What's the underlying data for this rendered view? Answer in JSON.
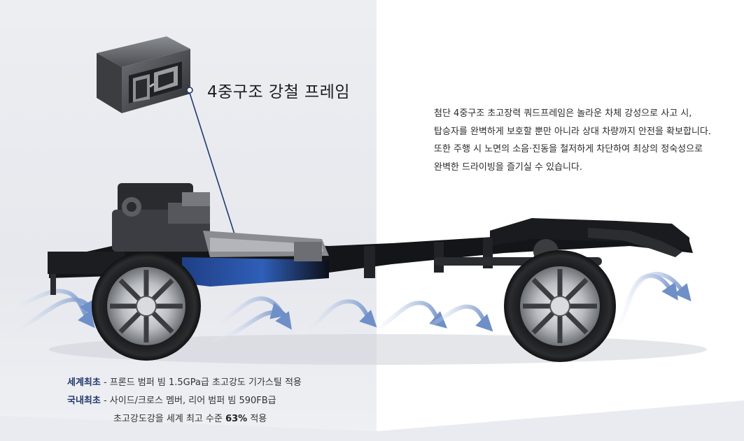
{
  "feature": {
    "title": "4중구조 강철 프레임"
  },
  "description": {
    "lines": [
      "첨단 4중구조 초고장력 쿼드프레임은 놀라운 차체 강성으로 사고 시,",
      "탑승자를 완벽하게 보호할 뿐만 아니라 상대 차량까지 안전을 확보합니다.",
      "또한 주행 시 노면의 소음·진동을 철저하게 차단하여 최상의 정숙성으로",
      "완벽한 드라이빙을 즐기실 수 있습니다."
    ]
  },
  "facts": {
    "world_first": {
      "tag": "세계최초",
      "text": " - 프론드 범퍼 빔 1.5GPa급 초고강도 기가스틸 적용"
    },
    "domestic_first": {
      "tag": "국내최초",
      "text": " - 사이드/크로스 멤버, 리어 범퍼 빔 590FB급",
      "cont_text": "초고강도강을 세계 최고 수준 ",
      "cont_value": "63%",
      "cont_suffix": " 적용"
    }
  },
  "colors": {
    "accent_navy": "#22386e",
    "left_panel_bg": "#eceef2",
    "airflow_blue": "#6f8fc8",
    "frame_highlight": "#2f5fb8"
  },
  "icons": {
    "frame_thumbnail": "steel-frame-crosssection",
    "airflow": "airflow-wave-arrows"
  }
}
